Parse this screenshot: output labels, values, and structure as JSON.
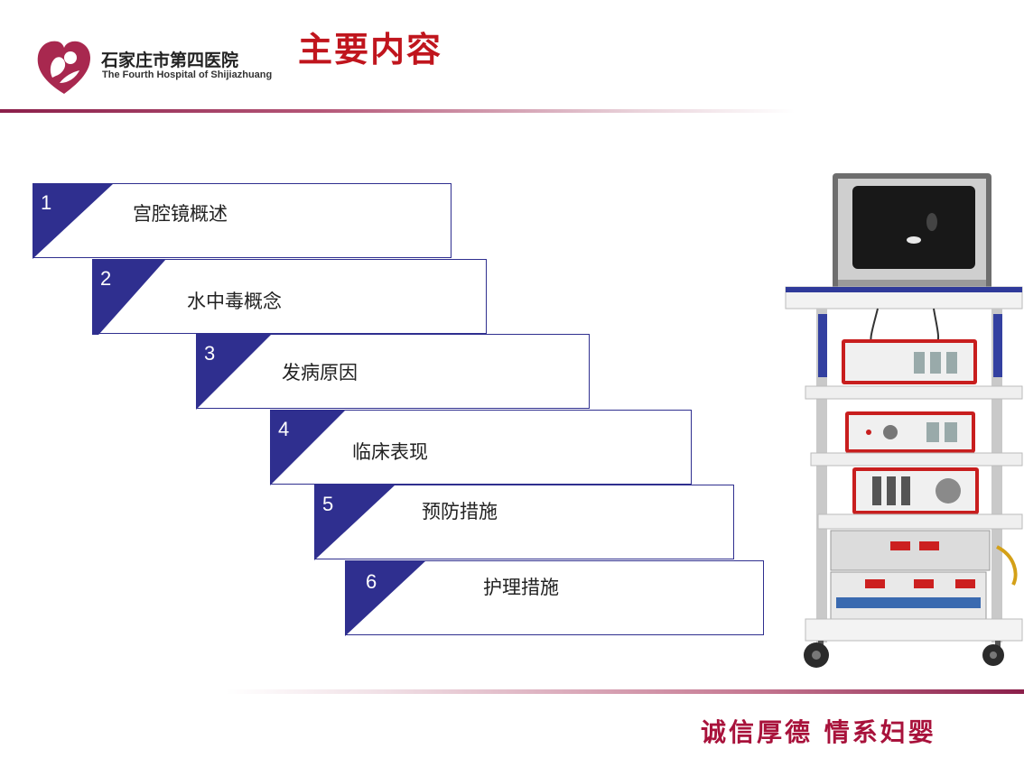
{
  "header": {
    "logo_cn": "石家庄市第四医院",
    "logo_en": "The Fourth Hospital of Shijiazhuang",
    "title": "主要内容"
  },
  "items": [
    {
      "num": "1",
      "label": "宫腔镜概述"
    },
    {
      "num": "2",
      "label": "水中毒概念"
    },
    {
      "num": "3",
      "label": "发病原因"
    },
    {
      "num": "4",
      "label": "临床表现"
    },
    {
      "num": "5",
      "label": "预防措施"
    },
    {
      "num": "6",
      "label": "护理措施"
    }
  ],
  "footer": {
    "slogan": "诚信厚德  情系妇婴"
  },
  "colors": {
    "title_red": "#c0151d",
    "accent_blue": "#2f2f8f",
    "brand_maroon": "#8b1f4a"
  }
}
